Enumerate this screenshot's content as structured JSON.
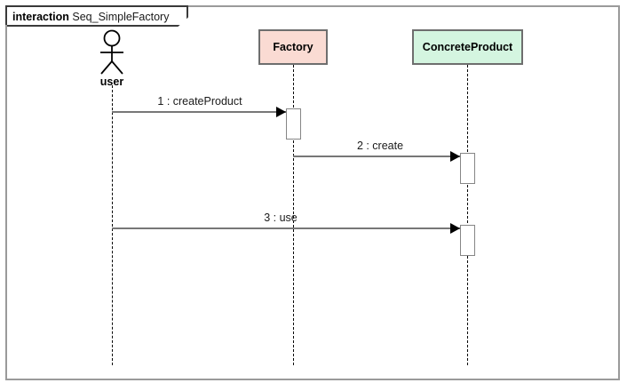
{
  "frame": {
    "keyword": "interaction",
    "name": "Seq_SimpleFactory"
  },
  "colors": {
    "frame_border": "#9a9a9a",
    "tag_border": "#3a3a3a",
    "factory_fill": "#fadbd3",
    "factory_border": "#6e6e6e",
    "concreteproduct_fill": "#d4f5e0",
    "concreteproduct_border": "#6e6e6e",
    "lifeline": "#000000",
    "message_line": "#777777",
    "arrowhead": "#000000",
    "activation_fill": "#ffffff",
    "activation_border": "#868686"
  },
  "participants": [
    {
      "id": "user",
      "label": "user",
      "kind": "actor",
      "icon": "actor-stick-figure-icon"
    },
    {
      "id": "factory",
      "label": "Factory",
      "kind": "object-box"
    },
    {
      "id": "concreteproduct",
      "label": "ConcreteProduct",
      "kind": "object-box"
    }
  ],
  "messages": [
    {
      "seq": "1",
      "name": "createProduct",
      "label": "1 : createProduct",
      "from": "user",
      "to": "factory",
      "kind": "synchronous-call"
    },
    {
      "seq": "2",
      "name": "create",
      "label": "2 : create",
      "from": "factory",
      "to": "concreteproduct",
      "kind": "synchronous-call"
    },
    {
      "seq": "3",
      "name": "use",
      "label": "3 : use",
      "from": "user",
      "to": "concreteproduct",
      "kind": "synchronous-call"
    }
  ],
  "activations": [
    {
      "on": "factory",
      "for_message": "1"
    },
    {
      "on": "concreteproduct",
      "for_message": "2"
    },
    {
      "on": "concreteproduct",
      "for_message": "3"
    }
  ]
}
